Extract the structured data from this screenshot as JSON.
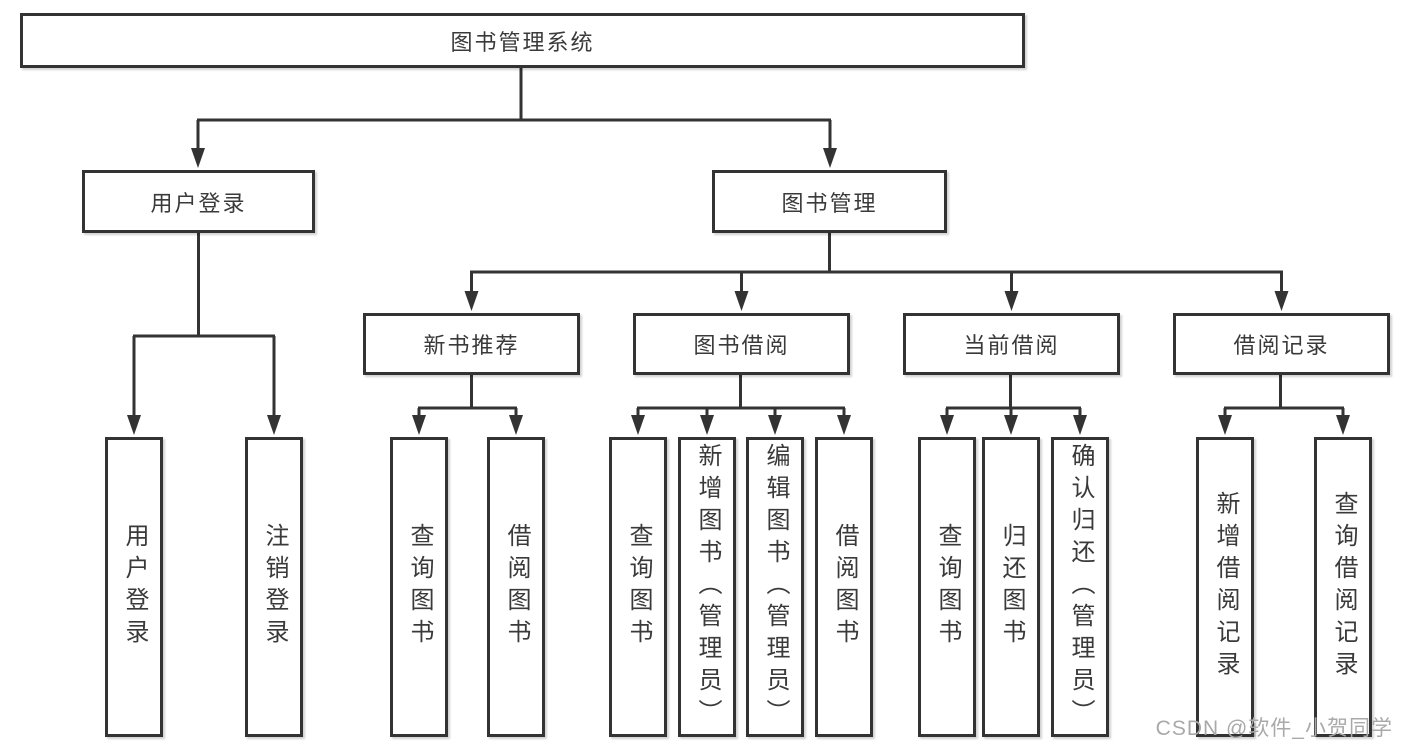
{
  "diagram": {
    "root": {
      "label": "图书管理系统"
    },
    "level2": {
      "user_login": {
        "label": "用户登录"
      },
      "book_mgmt": {
        "label": "图书管理"
      }
    },
    "level3": {
      "new_book_rec": {
        "label": "新书推荐"
      },
      "book_borrow": {
        "label": "图书借阅"
      },
      "current_borrow": {
        "label": "当前借阅"
      },
      "borrow_records": {
        "label": "借阅记录"
      }
    },
    "leaves": {
      "user_login": [
        "用户登录",
        "注销登录"
      ],
      "new_book_rec": [
        "查询图书",
        "借阅图书"
      ],
      "book_borrow": [
        "查询图书",
        "新增图书（管理员）",
        "编辑图书（管理员）",
        "借阅图书"
      ],
      "current_borrow": [
        "查询图书",
        "归还图书",
        "确认归还（管理员）"
      ],
      "borrow_records": [
        "新增借阅记录",
        "查询借阅记录"
      ]
    }
  },
  "colors": {
    "line": "#333333",
    "text": "#3a3a3a",
    "watermark": "#a9a9a9"
  },
  "watermark": {
    "text": "CSDN @软件_小贺同学"
  }
}
